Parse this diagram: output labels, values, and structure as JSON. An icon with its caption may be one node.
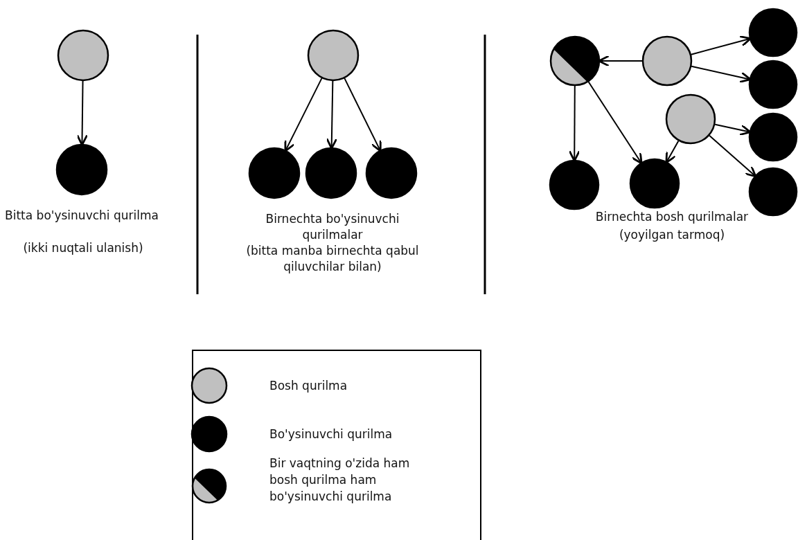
{
  "diagram": {
    "nodes": [
      {
        "text": [],
        "shape": "circle"
      },
      {
        "text": [],
        "shape": "circle"
      },
      {
        "text": [],
        "shape": "circle"
      },
      {
        "text": [],
        "shape": "circle"
      },
      {
        "text": [],
        "shape": "circle"
      },
      {
        "text": [],
        "shape": "circle"
      },
      {
        "text": [],
        "shape": "circle"
      },
      {
        "text": [],
        "shape": "circle"
      },
      {
        "text": [],
        "shape": "circle"
      },
      {
        "text": [],
        "shape": "circle"
      },
      {
        "text": [],
        "shape": "circle"
      },
      {
        "text": [],
        "shape": "circle"
      },
      {
        "text": [],
        "shape": "circle"
      },
      {
        "text": [],
        "shape": "circle"
      },
      {
        "text": [],
        "shape": "circle"
      }
    ],
    "edges": [
      {
        "from": 0,
        "to": 1,
        "arrow": "to"
      },
      {
        "from": 2,
        "to": 3,
        "arrow": "to"
      },
      {
        "from": 2,
        "to": 4,
        "arrow": "to"
      },
      {
        "from": 2,
        "to": 5,
        "arrow": "to"
      },
      {
        "from": 7,
        "to": 6,
        "arrow": "to"
      },
      {
        "from": 7,
        "to": 8,
        "arrow": "to"
      },
      {
        "from": 7,
        "to": 9,
        "arrow": "to"
      },
      {
        "from": 6,
        "to": 12,
        "arrow": "to"
      },
      {
        "from": 6,
        "to": 13,
        "arrow": "to"
      },
      {
        "from": 10,
        "to": 13,
        "arrow": "to"
      },
      {
        "from": 10,
        "to": 11,
        "arrow": "to"
      },
      {
        "from": 10,
        "to": 14,
        "arrow": "to"
      }
    ],
    "labels": [
      "Bitta bo'ysinuvchi qurilma",
      "(ikki nuqtali ulanish)",
      "Birnechta bo'ysinuvchi qurilmalar",
      "(bitta manba birnechta qabul qiluvchilar bilan)",
      "Birnechta bosh qurilmalar",
      "(yoyilgan tarmoq)"
    ],
    "legend": [
      {
        "text": "Bosh qurilma",
        "color": "#c0c0c0"
      },
      {
        "text": "Bo'ysinuvchi qurilma",
        "color": "#000000"
      },
      {
        "text": "Bir vaqtning o'zida ham bosh qurilma ham bo'ysinuvchi qurilma"
      }
    ]
  }
}
